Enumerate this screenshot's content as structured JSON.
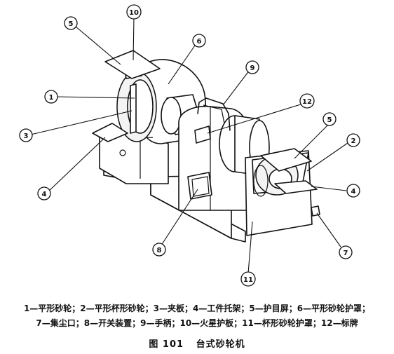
{
  "figure": {
    "number": "图 101",
    "title": "台式砂轮机",
    "callouts": [
      {
        "id": "1"
      },
      {
        "id": "2"
      },
      {
        "id": "3"
      },
      {
        "id": "4"
      },
      {
        "id": "4b",
        "label": "4"
      },
      {
        "id": "5"
      },
      {
        "id": "5b",
        "label": "5"
      },
      {
        "id": "6"
      },
      {
        "id": "7"
      },
      {
        "id": "8"
      },
      {
        "id": "9"
      },
      {
        "id": "10"
      },
      {
        "id": "11"
      },
      {
        "id": "12"
      }
    ]
  },
  "legend": {
    "line1": "1—平形砂轮；2—平形杯形砂轮；3—夹板；4—工件托架；5—护目屏；6—平形砂轮护罩；",
    "line2": "7—集尘口；8—开关装置；9—手柄；10—火星护板；11—杯形砂轮护罩；12—标牌"
  }
}
